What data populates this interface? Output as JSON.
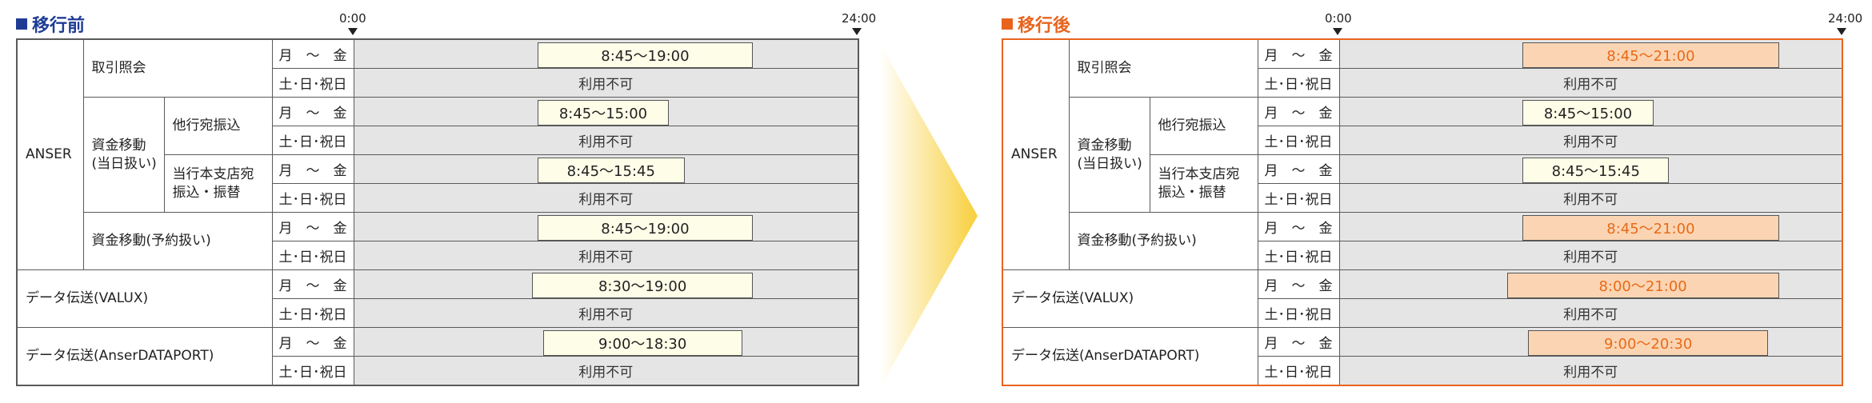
{
  "arrow": {
    "color_start": "#ffffff",
    "color_end": "#f8cf3c"
  },
  "before": {
    "title": "移行前",
    "accent": "#1f3c95",
    "time_start": "0:00",
    "time_end": "24:00",
    "rows": {
      "anser": "ANSER",
      "toriki": "取引照会",
      "shikin_today": "資金移動\n(当日扱い)",
      "takou": "他行宛振込",
      "toukou": "当行本支店宛\n振込・振替",
      "shikin_yoyaku": "資金移動(予約扱い)",
      "valux": "データ伝送(VALUX)",
      "dataport": "データ伝送(AnserDATAPORT)"
    },
    "weekday": "月　～　金",
    "weekend": "土･日･祝日",
    "unavailable": "利用不可",
    "hours": [
      {
        "label": "8:45〜19:00",
        "start": 8.75,
        "end": 19.0,
        "changed": false
      },
      {
        "label": "8:45〜15:00",
        "start": 8.75,
        "end": 15.0,
        "changed": false
      },
      {
        "label": "8:45〜15:45",
        "start": 8.75,
        "end": 15.75,
        "changed": false
      },
      {
        "label": "8:45〜19:00",
        "start": 8.75,
        "end": 19.0,
        "changed": false
      },
      {
        "label": "8:30〜19:00",
        "start": 8.5,
        "end": 19.0,
        "changed": false
      },
      {
        "label": "9:00〜18:30",
        "start": 9.0,
        "end": 18.5,
        "changed": false
      }
    ]
  },
  "after": {
    "title": "移行後",
    "accent": "#e8641e",
    "time_start": "0:00",
    "time_end": "24:00",
    "rows": {
      "anser": "ANSER",
      "toriki": "取引照会",
      "shikin_today": "資金移動\n(当日扱い)",
      "takou": "他行宛振込",
      "toukou": "当行本支店宛\n振込・振替",
      "shikin_yoyaku": "資金移動(予約扱い)",
      "valux": "データ伝送(VALUX)",
      "dataport": "データ伝送(AnserDATAPORT)"
    },
    "weekday": "月　～　金",
    "weekend": "土･日･祝日",
    "unavailable": "利用不可",
    "hours": [
      {
        "label": "8:45〜21:00",
        "start": 8.75,
        "end": 21.0,
        "changed": true
      },
      {
        "label": "8:45〜15:00",
        "start": 8.75,
        "end": 15.0,
        "changed": false
      },
      {
        "label": "8:45〜15:45",
        "start": 8.75,
        "end": 15.75,
        "changed": false
      },
      {
        "label": "8:45〜21:00",
        "start": 8.75,
        "end": 21.0,
        "changed": true
      },
      {
        "label": "8:00〜21:00",
        "start": 8.0,
        "end": 21.0,
        "changed": true
      },
      {
        "label": "9:00〜20:30",
        "start": 9.0,
        "end": 20.5,
        "changed": true
      }
    ]
  }
}
